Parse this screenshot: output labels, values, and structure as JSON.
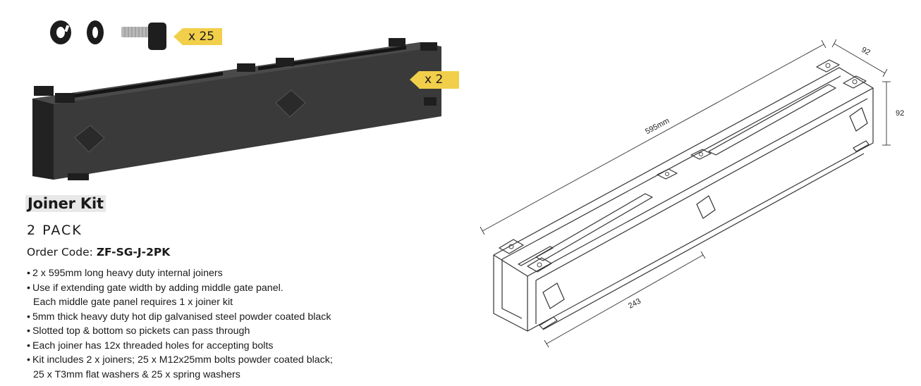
{
  "badges": {
    "bolts_qty": "x 25",
    "joiners_qty": "x 2"
  },
  "product": {
    "title": "Joiner Kit",
    "pack": "2 PACK",
    "order_label": "Order Code: ",
    "order_code": "ZF-SG-J-2PK"
  },
  "features": [
    "2 x 595mm long heavy duty internal joiners",
    "Use if extending gate width by adding middle gate panel.",
    "Each middle gate panel requires 1 x joiner kit",
    "5mm thick heavy duty hot dip galvanised steel powder coated black",
    "Slotted top & bottom so pickets can pass through",
    "Each joiner has 12x threaded holes for accepting bolts",
    "Kit includes 2 x joiners; 25 x M12x25mm bolts powder coated black;",
    "25 x T3mm flat washers & 25 x spring washers"
  ],
  "dimensions": {
    "length": "595mm",
    "width": "92",
    "height": "92",
    "offset": "243"
  },
  "colors": {
    "tag": "#f2cf4a",
    "product": "#3a3a3a",
    "title_bg": "#e8e8e8"
  }
}
